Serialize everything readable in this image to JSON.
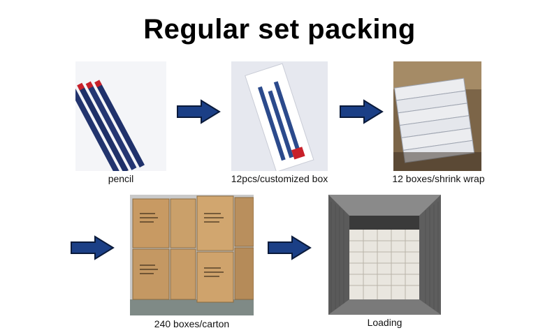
{
  "title": "Regular set packing",
  "colors": {
    "arrow_fill": "#1b3f86",
    "arrow_stroke": "#0a1a3a"
  },
  "steps": [
    {
      "caption": "pencil",
      "icon": "pencil-photo"
    },
    {
      "caption": "12pcs/customized box",
      "icon": "pencil-box-photo"
    },
    {
      "caption": "12 boxes/shrink wrap",
      "icon": "shrink-wrap-photo"
    },
    {
      "caption": "240 boxes/carton",
      "icon": "carton-photo"
    },
    {
      "caption": "Loading",
      "icon": "container-photo"
    }
  ],
  "arrows": [
    {
      "icon": "arrow-right-icon"
    },
    {
      "icon": "arrow-right-icon"
    },
    {
      "icon": "arrow-right-icon"
    },
    {
      "icon": "arrow-right-icon"
    }
  ]
}
